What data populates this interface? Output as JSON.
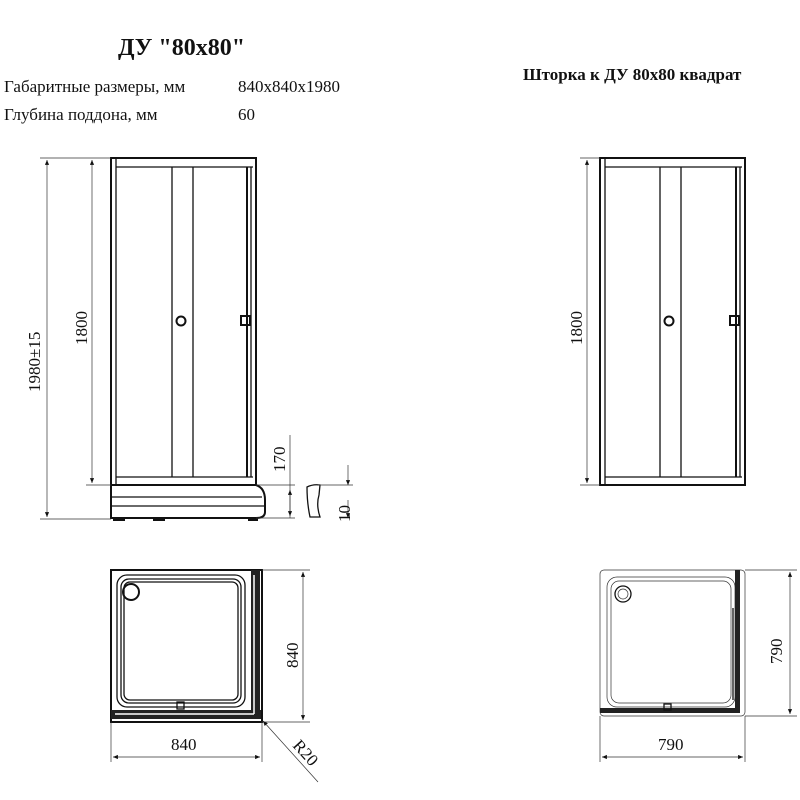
{
  "header": {
    "title": "ДУ \"80x80\"",
    "curtain_title": "Шторка к ДУ 80x80 квадрат"
  },
  "specs": [
    {
      "label": "Габаритные размеры, мм",
      "value": "840x840x1980"
    },
    {
      "label": "Глубина поддона, мм",
      "value": "60"
    }
  ],
  "cabin_elevation": {
    "total_height": "1980±15",
    "door_height": "1800",
    "pallet_height": "170",
    "rim_height": "10"
  },
  "curtain_elevation": {
    "door_height": "1800"
  },
  "cabin_plan": {
    "depth": "840",
    "width": "840",
    "corner_radius": "R20"
  },
  "curtain_plan": {
    "depth": "790",
    "width": "790"
  }
}
